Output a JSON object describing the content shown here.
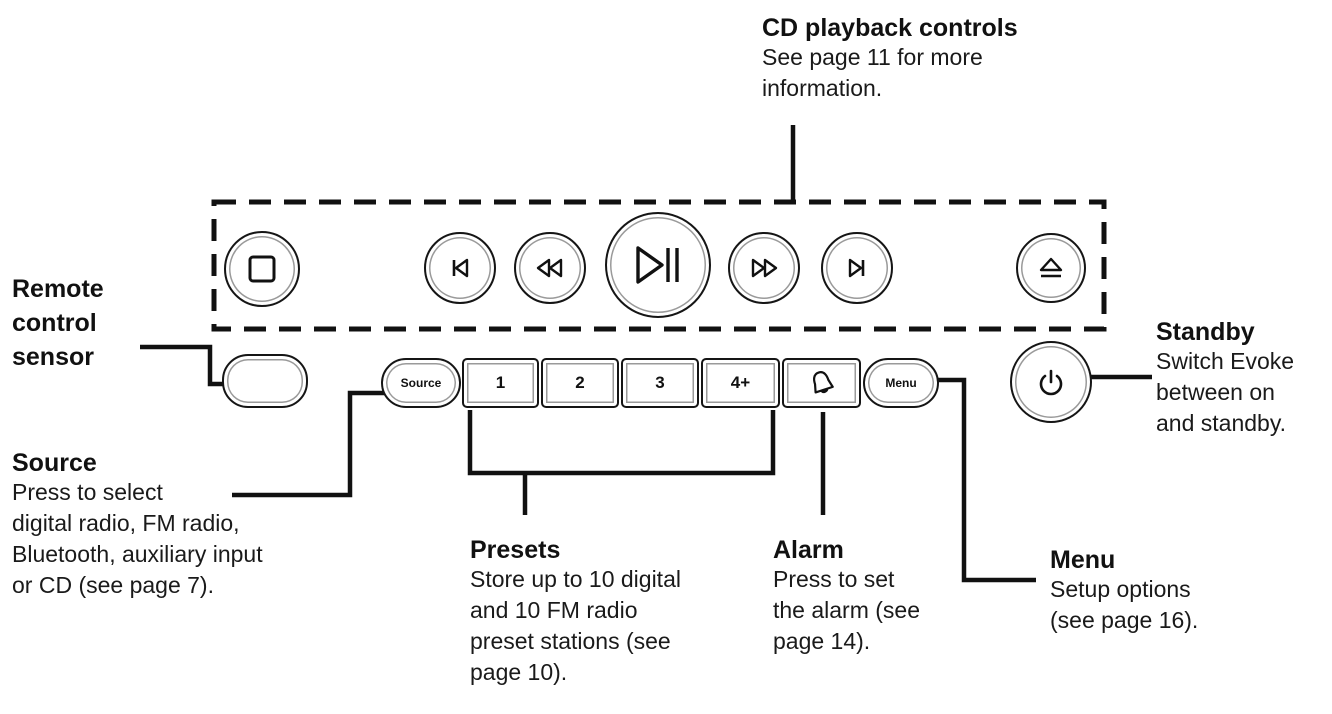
{
  "callouts": {
    "cd": {
      "title": "CD playback controls",
      "body": [
        "See page 11 for more",
        "information."
      ]
    },
    "remote": {
      "lines": [
        "Remote",
        "control",
        "sensor"
      ]
    },
    "standby": {
      "title": "Standby",
      "body": [
        "Switch Evoke",
        "between on",
        "and standby."
      ]
    },
    "source": {
      "title": "Source",
      "body": [
        "Press to select",
        "digital radio, FM radio,",
        "Bluetooth, auxiliary input",
        "or CD (see page 7)."
      ]
    },
    "presets": {
      "title": "Presets",
      "body": [
        "Store up to 10 digital",
        "and 10 FM radio",
        "preset stations (see",
        "page 10)."
      ]
    },
    "alarm": {
      "title": "Alarm",
      "body": [
        "Press to set",
        "the alarm (see",
        "page 14)."
      ]
    },
    "menu": {
      "title": "Menu",
      "body": [
        "Setup options",
        "(see page 16)."
      ]
    }
  },
  "buttons": {
    "source": "Source",
    "preset_1": "1",
    "preset_2": "2",
    "preset_3": "3",
    "preset_4": "4+",
    "menu": "Menu"
  },
  "icons": {
    "stop": "stop-icon",
    "previous": "skip-previous-icon",
    "rewind": "rewind-icon",
    "play_pause": "play-pause-icon",
    "fast_forward": "fast-forward-icon",
    "next": "skip-next-icon",
    "eject": "eject-icon",
    "alarm": "bell-icon",
    "standby": "power-icon"
  },
  "colors": {
    "ink": "#111111"
  }
}
